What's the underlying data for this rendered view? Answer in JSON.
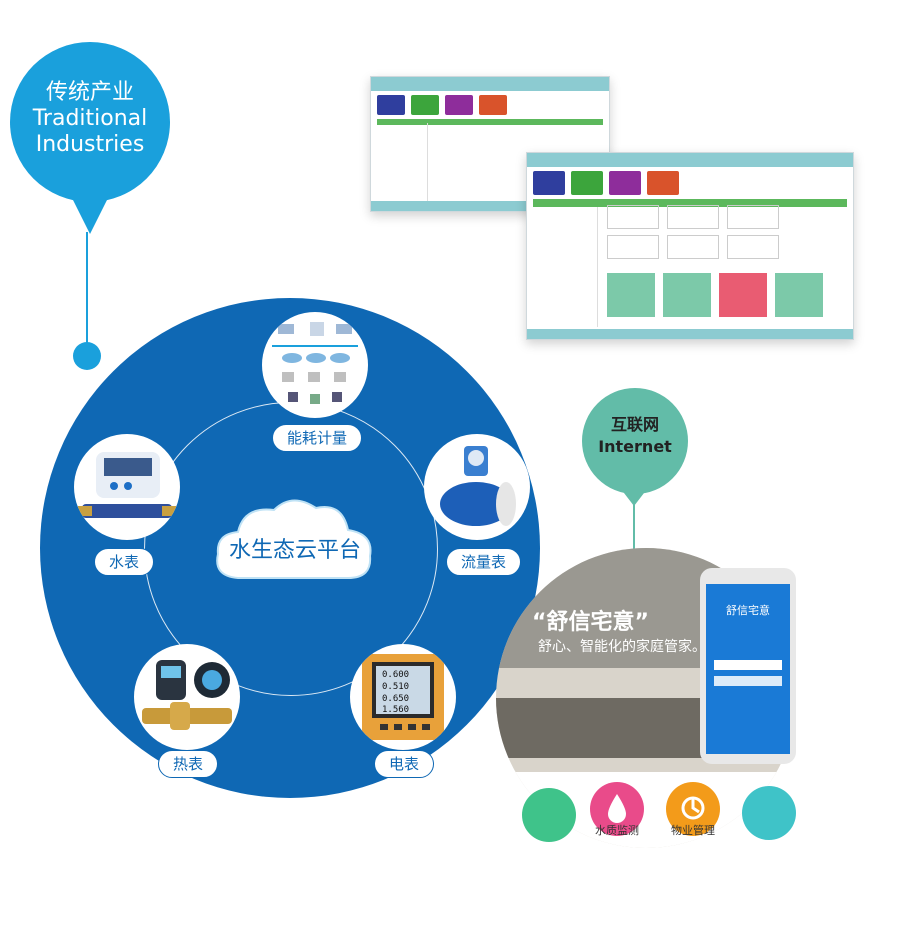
{
  "traditional": {
    "line1": "传统产业",
    "line2": "Traditional",
    "line3": "Industries"
  },
  "platform": {
    "title": "水生态云平台"
  },
  "nodes": [
    {
      "label": "能耗计量"
    },
    {
      "label": "流量表"
    },
    {
      "label": "电表"
    },
    {
      "label": "热表"
    },
    {
      "label": "水表"
    }
  ],
  "internet": {
    "line1": "互联网",
    "line2": "Internet"
  },
  "app": {
    "title": "“舒信宅意”",
    "subtitle": "舒心、智能化的家庭管家。",
    "phone_title": "舒信宅意",
    "features": [
      {
        "label": "水质监测"
      },
      {
        "label": "物业管理"
      }
    ]
  },
  "meter_display": {
    "r1": "0.600",
    "r2": "0.510",
    "r3": "0.650",
    "r4": "1.560"
  },
  "colors": {
    "primary_blue": "#0f68b4",
    "light_blue": "#1aa0dc",
    "teal": "#62bca8"
  }
}
